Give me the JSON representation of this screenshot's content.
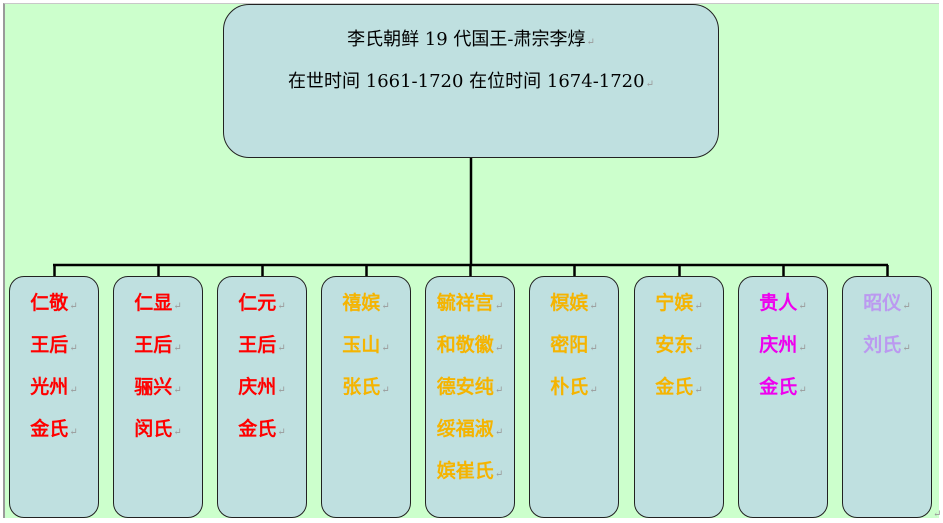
{
  "colors": {
    "background": "#ccffcc",
    "box_fill": "#bfe0e0",
    "connector": "#000000"
  },
  "root": {
    "line1": "李氏朝鲜 19 代国王-肃宗李焞",
    "line2": "在世时间 1661-1720  在位时间 1674-1720"
  },
  "paragraph_mark": "↵",
  "children": [
    {
      "color": "#ff0000",
      "lines": [
        "仁敬",
        "王后",
        "光州",
        "金氏"
      ]
    },
    {
      "color": "#ff0000",
      "lines": [
        "仁显",
        "王后",
        "骊兴",
        "闵氏"
      ]
    },
    {
      "color": "#ff0000",
      "lines": [
        "仁元",
        "王后",
        "庆州",
        "金氏"
      ]
    },
    {
      "color": "#f5b400",
      "lines": [
        "禧嫔",
        "玉山",
        "张氏"
      ]
    },
    {
      "color": "#f5b400",
      "lines": [
        "毓祥宫",
        "和敬徽",
        "德安纯",
        "绥福淑",
        "嫔崔氏"
      ]
    },
    {
      "color": "#f5b400",
      "lines": [
        "榠嫔",
        "密阳",
        "朴氏"
      ]
    },
    {
      "color": "#f5b400",
      "lines": [
        "宁嫔",
        "安东",
        "金氏"
      ]
    },
    {
      "color": "#ee00ee",
      "lines": [
        "贵人",
        "庆州",
        "金氏"
      ]
    },
    {
      "color": "#bb99f0",
      "lines": [
        "昭仪",
        "刘氏"
      ]
    }
  ]
}
